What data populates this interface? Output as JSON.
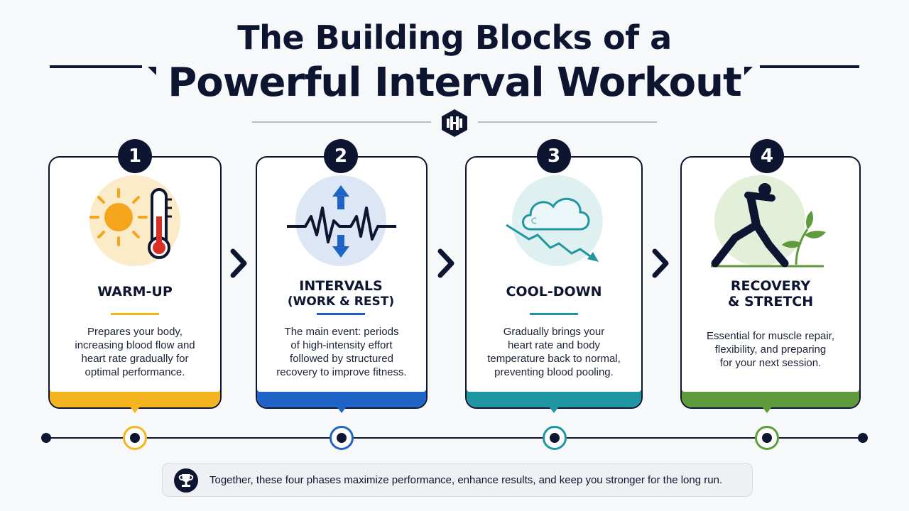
{
  "title": {
    "line1": "The Building Blocks of a",
    "line2": "Powerful Interval Workout",
    "emblem_icon": "dumbbell-icon"
  },
  "steps": [
    {
      "number": "1",
      "heading_line1": "WARM-UP",
      "heading_line2": "",
      "icon": "sun-thermometer-icon",
      "color": "#f4b520",
      "desc": [
        "Prepares your body,",
        "increasing blood flow and",
        "heart rate gradually for",
        "optimal performance."
      ]
    },
    {
      "number": "2",
      "heading_line1": "INTERVALS",
      "heading_line2": "(WORK & REST)",
      "icon": "heartbeat-arrows-icon",
      "color": "#1f63c7",
      "desc": [
        "The main event: periods",
        "of high-intensity effort",
        "followed by structured",
        "recovery to improve fitness."
      ]
    },
    {
      "number": "3",
      "heading_line1": "COOL-DOWN",
      "heading_line2": "",
      "icon": "cloud-downtrend-icon",
      "color": "#1f96a1",
      "desc": [
        "Gradually brings your",
        "heart rate and body",
        "temperature back to normal,",
        "preventing blood pooling."
      ]
    },
    {
      "number": "4",
      "heading_line1": "RECOVERY",
      "heading_line2": "& STRETCH",
      "icon": "stretch-plant-icon",
      "color": "#5f9a3d",
      "desc": [
        "Essential for muscle repair,",
        "flexibility, and preparing",
        "for your next session."
      ]
    }
  ],
  "footer": {
    "icon": "trophy-icon",
    "text": "Together, these four phases maximize performance, enhance results, and keep you stronger for the long run."
  }
}
